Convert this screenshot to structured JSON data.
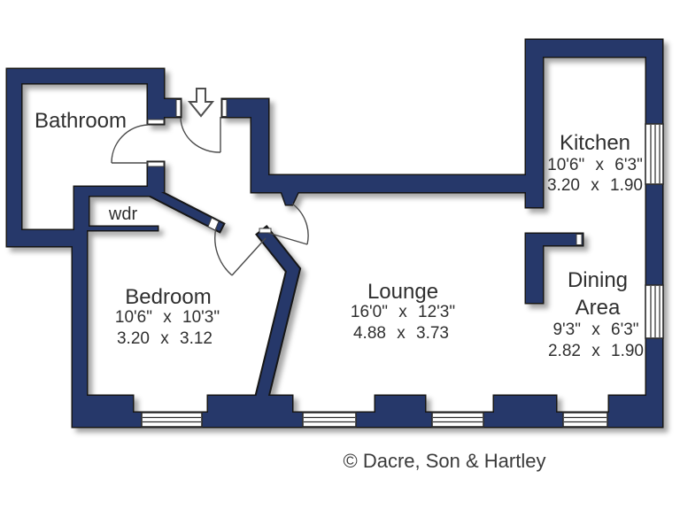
{
  "colors": {
    "wall": "#27396a",
    "outline": "#161616",
    "text": "#2f2f2f",
    "background": "#ffffff"
  },
  "rooms": {
    "bathroom": {
      "name": "Bathroom"
    },
    "wardrobe": {
      "name": "wdr"
    },
    "kitchen": {
      "name": "Kitchen",
      "imperial": "10'6\" x 6'3\"",
      "metric": "3.20 x 1.90"
    },
    "bedroom": {
      "name": "Bedroom",
      "imperial": "10'6\" x 10'3\"",
      "metric": "3.20 x 3.12"
    },
    "lounge": {
      "name": "Lounge",
      "imperial": "16'0\" x 12'3\"",
      "metric": "4.88 x 3.73"
    },
    "dining": {
      "name_line1": "Dining",
      "name_line2": "Area",
      "imperial": "9'3\" x 6'3\"",
      "metric": "2.82 x 1.90"
    }
  },
  "footer": {
    "copyright": "© Dacre, Son & Hartley"
  }
}
